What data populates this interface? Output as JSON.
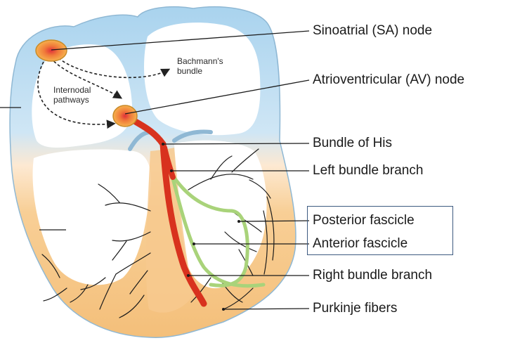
{
  "labels": {
    "sa_node": "Sinoatrial (SA) node",
    "av_node": "Atrioventricular (AV) node",
    "bundle_of_his": "Bundle of His",
    "left_bundle_branch": "Left bundle branch",
    "posterior_fascicle": "Posterior fascicle",
    "anterior_fascicle": "Anterior fascicle",
    "right_bundle_branch": "Right bundle branch",
    "purkinje_fibers": "Purkinje fibers"
  },
  "inner_labels": {
    "bachmanns_line1": "Bachmann's",
    "bachmanns_line2": "bundle",
    "internodal_line1": "Internodal",
    "internodal_line2": "pathways"
  },
  "colors": {
    "atrial_wall": "#bcdcf0",
    "atrial_wall_stroke": "#8fb8d4",
    "ventricle_wall": "#f6c98c",
    "conduction_red": "#d8321e",
    "fascicle_green": "#a9d37a",
    "node_orange": "#f2a347",
    "box_border": "#3d5a80"
  }
}
